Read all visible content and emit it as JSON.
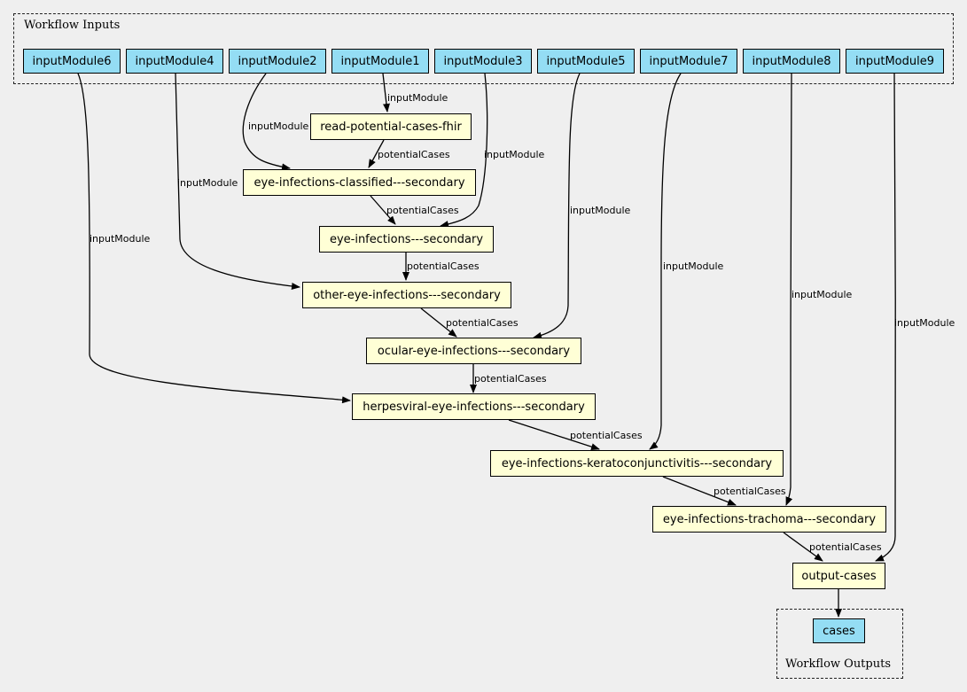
{
  "clusters": {
    "inputs_title": "Workflow Inputs",
    "outputs_title": "Workflow Outputs"
  },
  "inputs": {
    "m6": "inputModule6",
    "m4": "inputModule4",
    "m2": "inputModule2",
    "m1": "inputModule1",
    "m3": "inputModule3",
    "m5": "inputModule5",
    "m7": "inputModule7",
    "m8": "inputModule8",
    "m9": "inputModule9"
  },
  "steps": {
    "read": "read-potential-cases-fhir",
    "classified": "eye-infections-classified---secondary",
    "eye": "eye-infections---secondary",
    "other": "other-eye-infections---secondary",
    "ocular": "ocular-eye-infections---secondary",
    "herpes": "herpesviral-eye-infections---secondary",
    "kerato": "eye-infections-keratoconjunctivitis---secondary",
    "trachoma": "eye-infections-trachoma---secondary",
    "output": "output-cases"
  },
  "outputs": {
    "cases": "cases"
  },
  "edge_labels": {
    "input_module": "inputModule",
    "potential_cases": "potentialCases"
  },
  "colors": {
    "input_fill": "#94ddf4",
    "step_fill": "#ffffd6",
    "background": "#efefef"
  }
}
